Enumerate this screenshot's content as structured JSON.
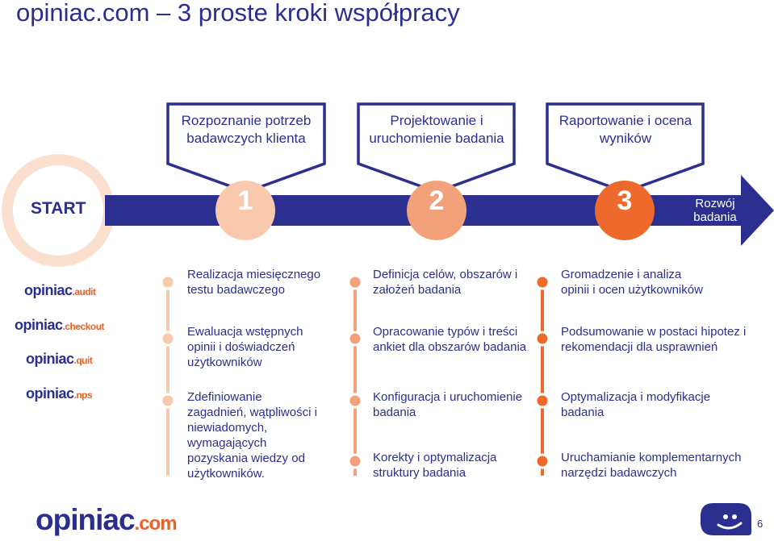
{
  "title": "opiniac.com – 3 proste kroki współpracy",
  "start_label": "START",
  "steps": [
    {
      "number": "1",
      "header": "Rozpoznanie potrzeb badawczych klienta"
    },
    {
      "number": "2",
      "header": "Projektowanie i uruchomienie badania"
    },
    {
      "number": "3",
      "header": "Raportowanie i ocena wyników"
    }
  ],
  "end_label": "Rozwój badania",
  "products": [
    {
      "name": "opiniac",
      "suffix": ".audit"
    },
    {
      "name": "opiniac",
      "suffix": ".checkout"
    },
    {
      "name": "opiniac",
      "suffix": ".quit"
    },
    {
      "name": "opiniac",
      "suffix": ".nps"
    }
  ],
  "columns": [
    {
      "items": [
        "Realizacja miesięcznego testu badawczego",
        "Ewaluacja wstępnych opinii i doświadczeń użytkowników",
        "Zdefiniowanie zagadnień, wątpliwości i niewiadomych, wymagających pozyskania wiedzy od użytkowników."
      ]
    },
    {
      "items": [
        "Definicja celów, obszarów i założeń badania",
        "Opracowanie typów i treści ankiet dla obszarów badania",
        "Konfiguracja i uruchomienie badania",
        "Korekty i optymalizacja struktury badania"
      ]
    },
    {
      "items": [
        "Gromadzenie i analiza opinii i ocen użytkowników",
        "Podsumowanie w postaci hipotez i rekomendacji dla usprawnień",
        "Optymalizacja i modyfikacje badania",
        "Uruchamianie komplementarnych narzędzi badawczych"
      ]
    }
  ],
  "footer": {
    "logo_name": "opiniac",
    "logo_suffix": ".com",
    "page_number": "6"
  },
  "colors": {
    "navy": "#2b2f8f",
    "orange": "#ee6a2c",
    "orange_mid": "#f3a17a",
    "orange_light": "#f8c9ad",
    "circle_light": "#fbe0d0"
  }
}
